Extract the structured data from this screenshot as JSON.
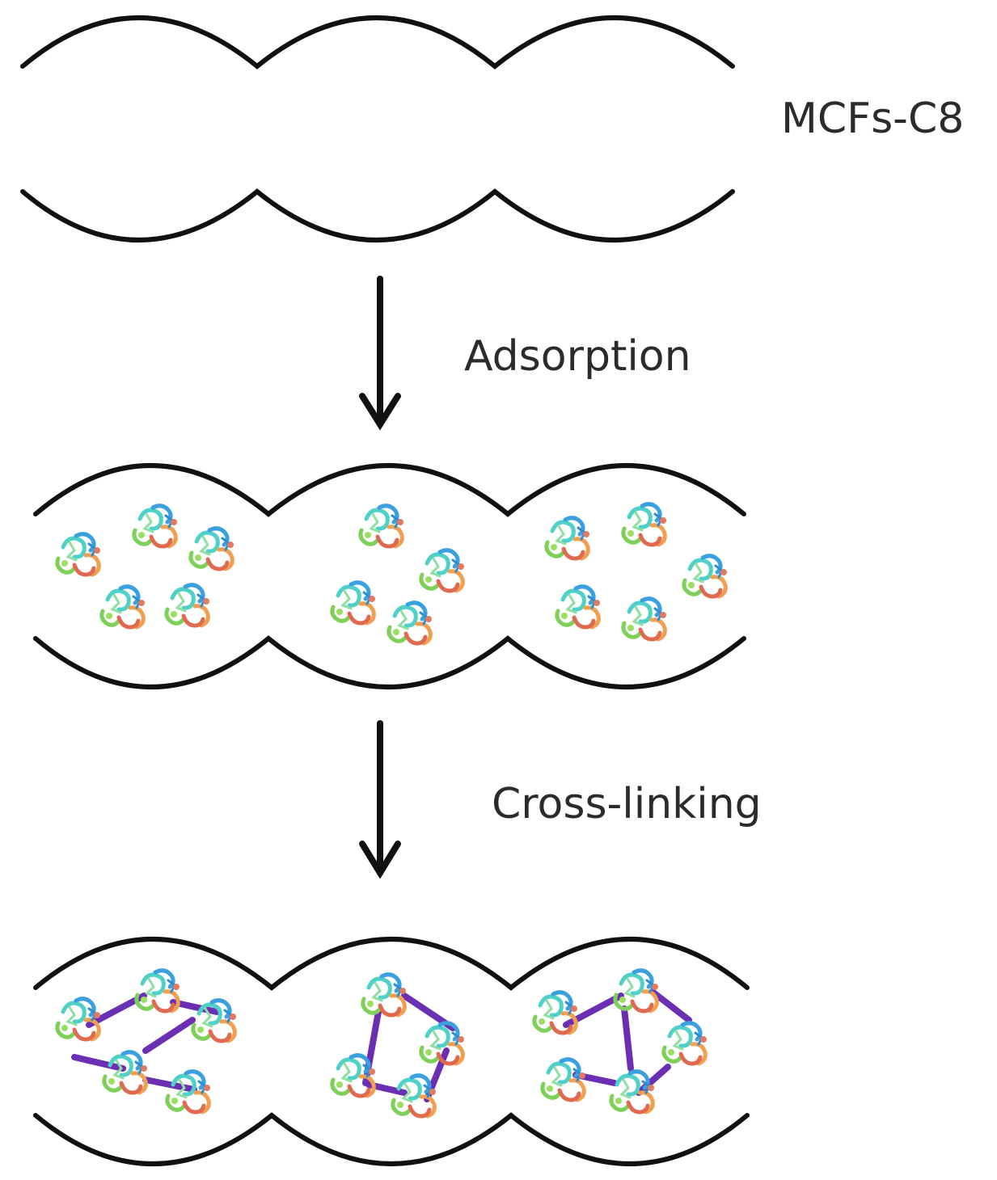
{
  "labels": {
    "support": "MCFs-C8",
    "step1": "Adsorption",
    "step2": "Cross-linking"
  },
  "colors": {
    "wall": "#111111",
    "arrow": "#111111",
    "crosslink": "#6a2fb3",
    "protein": [
      "#4fd0c8",
      "#3aa0e0",
      "#7fd05a",
      "#f0a050",
      "#e06a50",
      "#8fe0a0"
    ]
  },
  "stages": [
    {
      "name": "empty-pores",
      "chambers": 3,
      "proteins_per_chamber": [
        0,
        0,
        0
      ],
      "crosslinks": false
    },
    {
      "name": "adsorbed",
      "chambers": 3,
      "proteins_per_chamber": [
        5,
        4,
        5
      ],
      "crosslinks": false
    },
    {
      "name": "crosslinked",
      "chambers": 3,
      "proteins_per_chamber": [
        5,
        4,
        5
      ],
      "crosslinks": true
    }
  ]
}
